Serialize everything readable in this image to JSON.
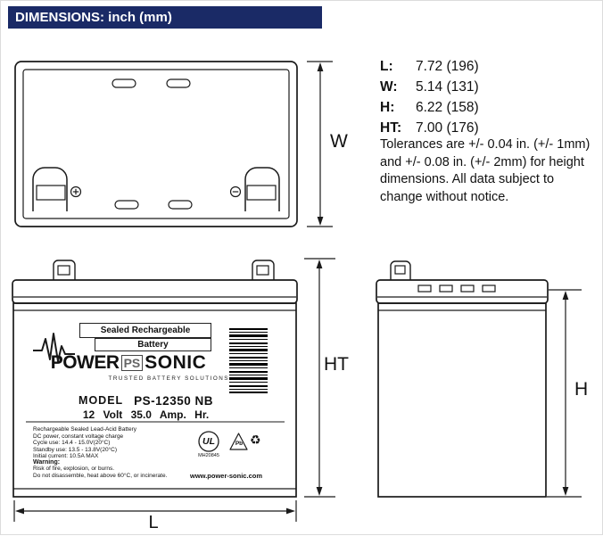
{
  "header": {
    "title": "DIMENSIONS: inch (mm)"
  },
  "specs": {
    "rows": [
      {
        "label": "L:",
        "value": "7.72 (196)"
      },
      {
        "label": "W:",
        "value": "5.14 (131)"
      },
      {
        "label": "H:",
        "value": "6.22 (158)"
      },
      {
        "label": "HT:",
        "value": "7.00 (176)"
      }
    ],
    "tolerances": "Tolerances are +/- 0.04 in. (+/- 1mm) and +/- 0.08 in. (+/- 2mm) for height dimensions. All data subject to change without notice."
  },
  "dims": {
    "w": "W",
    "ht": "HT",
    "l": "L",
    "h": "H"
  },
  "label": {
    "sealed1": "Sealed Rechargeable",
    "sealed2": "Battery",
    "power": "POWER",
    "ps": "PS",
    "sonic": "SONIC",
    "tagline": "TRUSTED BATTERY SOLUTIONS",
    "model_label": "MODEL",
    "model": "PS-12350 NB",
    "rating": "12 Volt 35.0 Amp. Hr.",
    "fine_print": [
      "Rechargeable Sealed Lead-Acid Battery",
      "DC power, constant voltage charge",
      "Cycle use: 14.4 - 15.0V(20°C)",
      "Standby use: 13.5 - 13.8V(20°C)",
      "Initial current: 10.5A MAX"
    ],
    "warning_title": "Warning:",
    "warning1": "Risk of fire, explosion, or burns.",
    "warning2": "Do not disassemble, heat above 60°C, or incinerate.",
    "ul": "UL",
    "ul_code": "MH20845",
    "pb": "Pb",
    "recycle_icon": "♻",
    "website": "www.power-sonic.com"
  }
}
